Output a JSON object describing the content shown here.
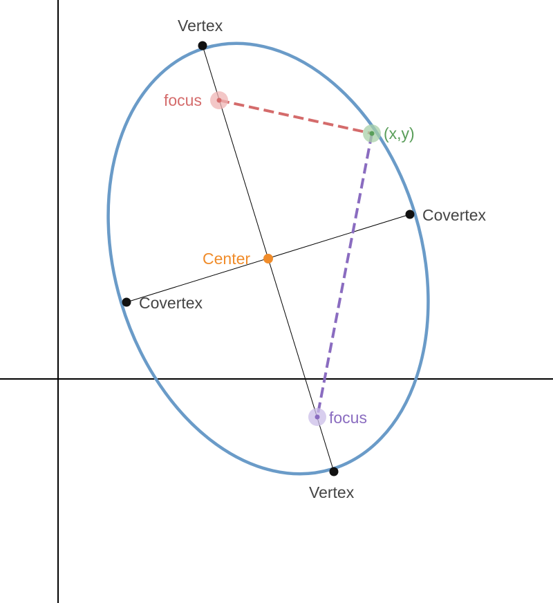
{
  "diagram": {
    "colors": {
      "ellipse": "#6a9bc8",
      "axes": "#000000",
      "axis_lines": "#000000",
      "vertex": "#111111",
      "label_dark": "#444444",
      "focus_red": "#d46b6b",
      "focus_red_halo": "#efb4b4",
      "focus_purple": "#8a6cc0",
      "focus_purple_halo": "#cbbde8",
      "point_green": "#5a9e5a",
      "point_green_halo": "#a8d0a8",
      "center": "#f08c2a"
    },
    "labels": {
      "vertex_top": "Vertex",
      "vertex_bottom": "Vertex",
      "covertex_right": "Covertex",
      "covertex_left": "Covertex",
      "center": "Center",
      "focus_top": "focus",
      "focus_bottom": "focus",
      "point": "(x,y)"
    }
  }
}
